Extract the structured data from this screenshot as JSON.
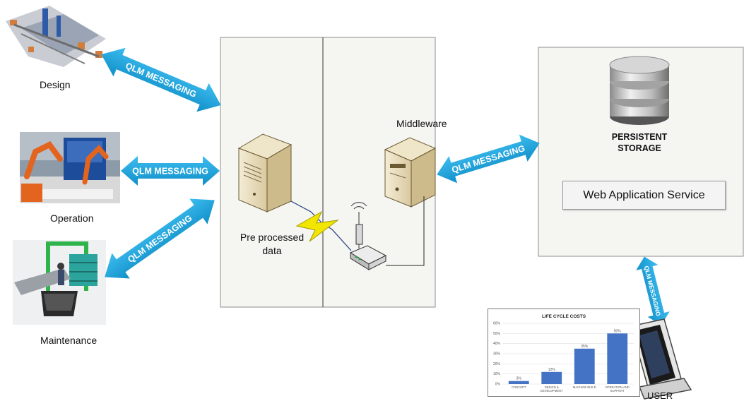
{
  "sources": {
    "design_label": "Design",
    "operation_label": "Operation",
    "maintenance_label": "Maintenance"
  },
  "messaging_label": "QLM MESSAGING",
  "center": {
    "preprocessed_label": "Pre processed data",
    "middleware_label": "Middleware"
  },
  "storage": {
    "title_line1": "PERSISTENT",
    "title_line2": "STORAGE",
    "service_label": "Web Application Service"
  },
  "user_label": "USER",
  "colors": {
    "arrow_fill": "#1aa0d8",
    "panel_bg": "#f5f5f2",
    "bar": "#4472c4"
  },
  "chart_data": {
    "type": "bar",
    "title": "LIFE CYCLE COSTS",
    "categories": [
      "CONCEPT",
      "DESIGN & DEVELOPMENT",
      "MACHINE BUILD",
      "OPERATION AND SUPPORT"
    ],
    "values": [
      3,
      12,
      35,
      50
    ],
    "data_labels": [
      "3%",
      "12%",
      "35%",
      "50%"
    ],
    "yticks": [
      "0%",
      "10%",
      "20%",
      "30%",
      "40%",
      "50%",
      "60%"
    ],
    "ylim": [
      0,
      60
    ],
    "grid": true
  }
}
